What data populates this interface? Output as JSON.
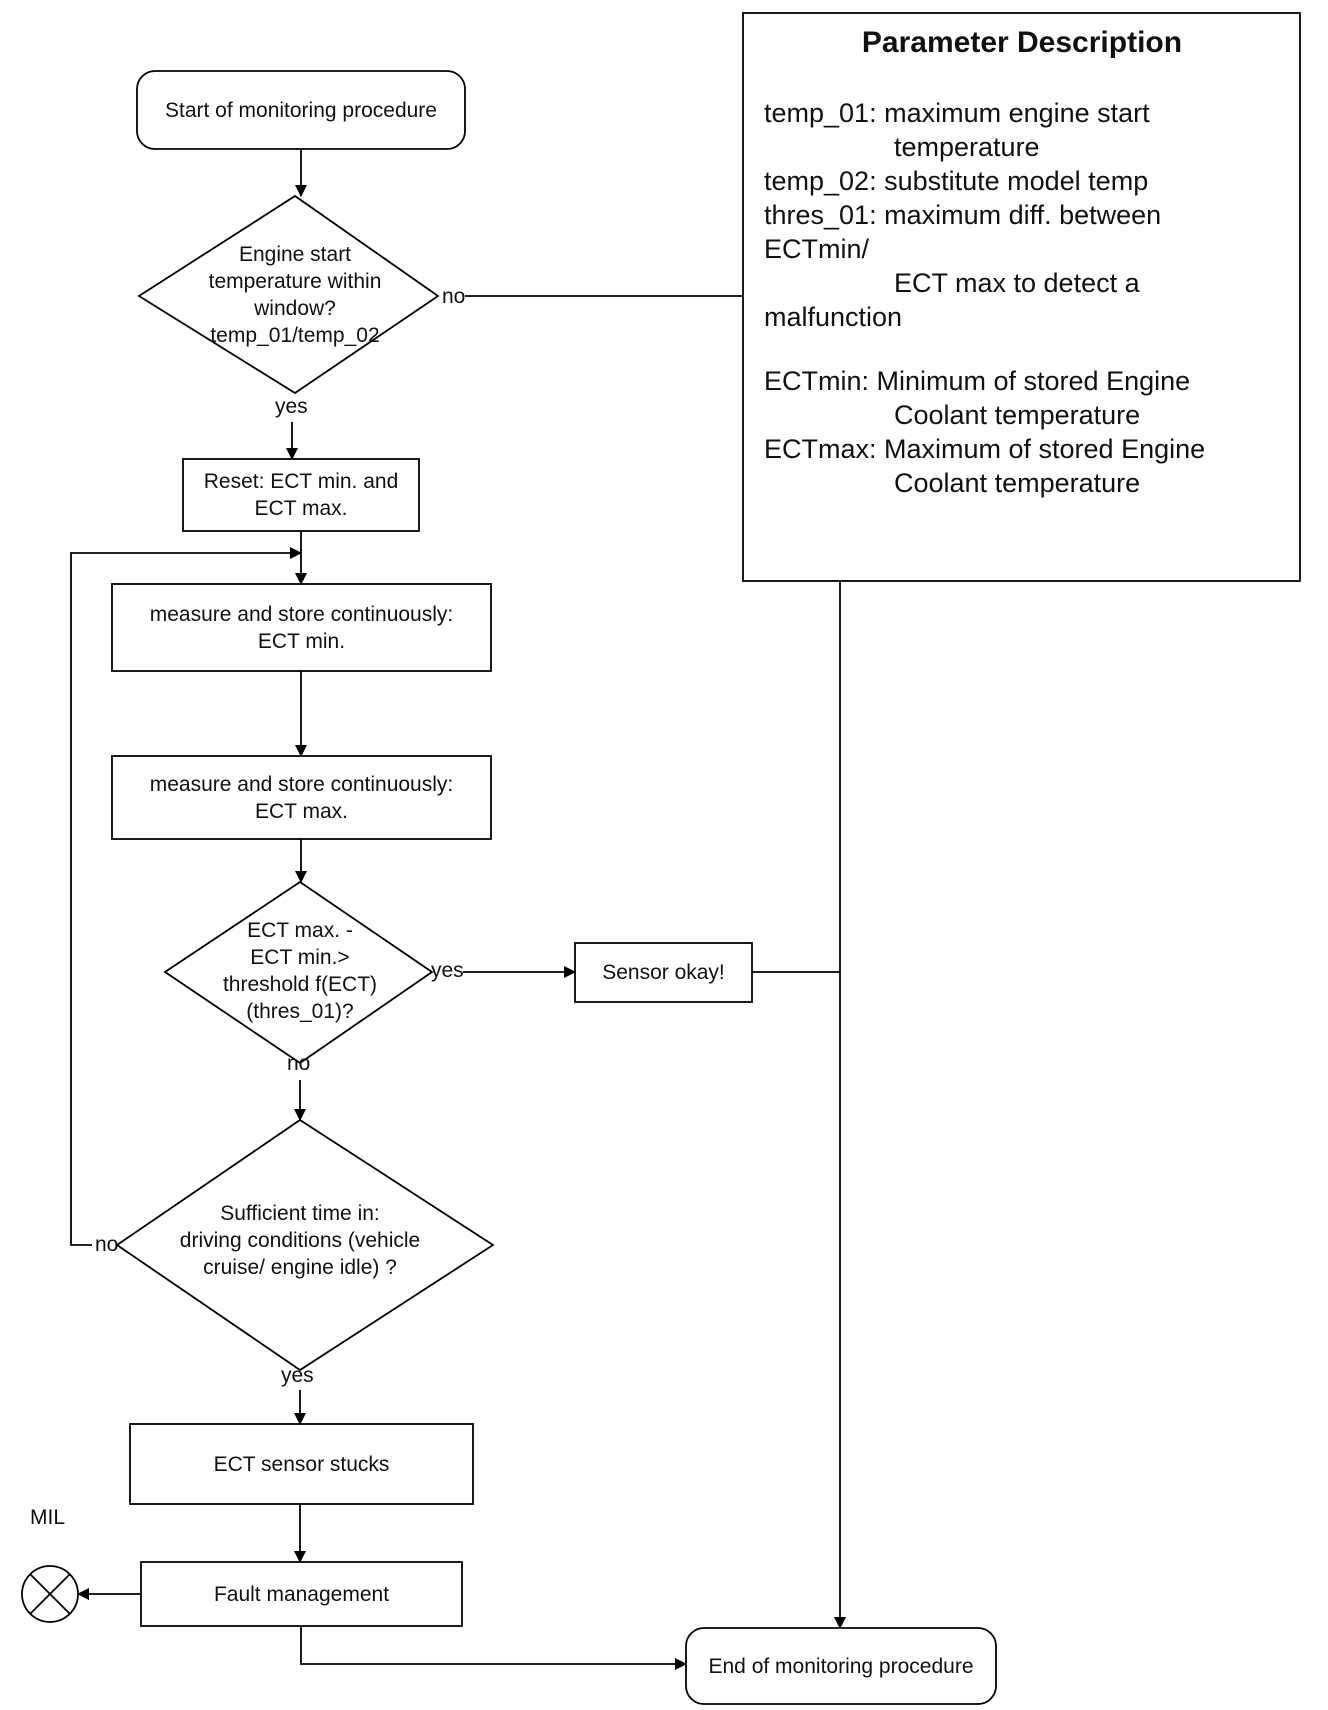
{
  "nodes": {
    "start": "Start of monitoring procedure",
    "decision_start_temp": "Engine start\ntemperature within\nwindow?\ntemp_01/temp_02",
    "reset": "Reset: ECT min. and\nECT max.",
    "measure_min": "measure and store continuously:\nECT min.",
    "measure_max": "measure and store continuously:\nECT max.",
    "decision_threshold": "ECT max. -\nECT min.>\nthreshold f(ECT)\n(thres_01)?",
    "sensor_okay": "Sensor okay!",
    "decision_time": "Sufficient time in:\ndriving conditions (vehicle\ncruise/ engine idle) ?",
    "ect_stuck": "ECT sensor stucks",
    "fault_management": "Fault management",
    "end": "End of monitoring procedure"
  },
  "edge_labels": {
    "start_temp_no": "no",
    "start_temp_yes": "yes",
    "threshold_yes": "yes",
    "threshold_no": "no",
    "time_no": "no",
    "time_yes": "yes"
  },
  "mil_label": "MIL",
  "parameter_box": {
    "title": "Parameter Description",
    "lines": [
      "temp_01: maximum engine start",
      "temperature",
      "temp_02: substitute model temp",
      "thres_01: maximum diff. between",
      "ECTmin/",
      "ECT max to detect a",
      "malfunction",
      "ECTmin: Minimum of stored Engine",
      "Coolant temperature",
      "ECTmax: Maximum of stored Engine",
      "Coolant temperature"
    ]
  }
}
